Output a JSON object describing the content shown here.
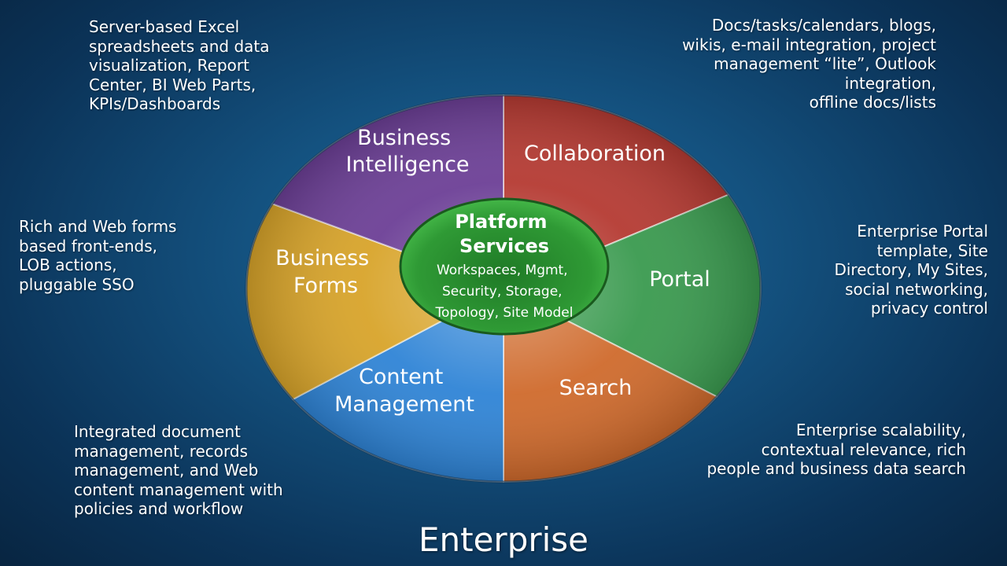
{
  "segments": [
    {
      "id": "bi",
      "lines": [
        "Business",
        "Intelligence"
      ],
      "color": "#b53a32"
    },
    {
      "id": "collab",
      "lines": [
        "Collaboration"
      ],
      "color": "#3a9a4f"
    },
    {
      "id": "portal",
      "lines": [
        "Portal"
      ],
      "color": "#cf6a2c"
    },
    {
      "id": "search",
      "lines": [
        "Search"
      ],
      "color": "#2f84d6"
    },
    {
      "id": "cm",
      "lines": [
        "Content",
        "Management"
      ],
      "color": "#d8a42a"
    },
    {
      "id": "forms",
      "lines": [
        "Business",
        "Forms"
      ],
      "color": "#6c3f96"
    }
  ],
  "center": {
    "title": [
      "Platform",
      "Services"
    ],
    "subtitle": [
      "Workspaces, Mgmt,",
      "Security, Storage,",
      "Topology, Site Model"
    ],
    "color": "#2b8f35"
  },
  "descriptions": {
    "bi": "Server-based Excel\nspreadsheets and data\nvisualization, Report\nCenter, BI Web Parts,\nKPIs/Dashboards",
    "collab": "Docs/tasks/calendars, blogs,\nwikis, e-mail integration, project\nmanagement “lite”, Outlook\nintegration,\noffline docs/lists",
    "forms": "Rich and Web forms\nbased front-ends,\nLOB actions,\npluggable SSO",
    "portal": "Enterprise Portal\ntemplate, Site\nDirectory, My Sites,\nsocial networking,\nprivacy control",
    "cm": "Integrated document\nmanagement, records\nmanagement, and Web\ncontent management with\npolicies and workflow",
    "search": "Enterprise scalability,\ncontextual relevance, rich\npeople and business data search"
  },
  "footer": "Enterprise"
}
